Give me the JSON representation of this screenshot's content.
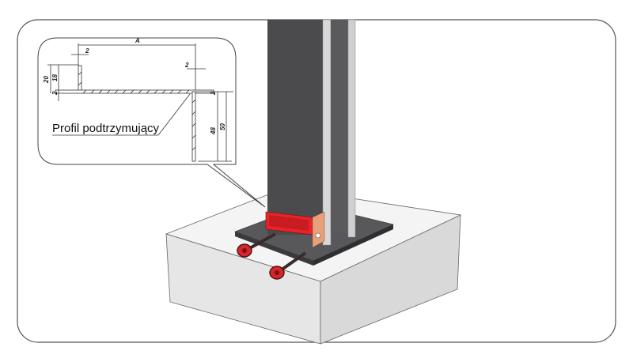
{
  "callout": {
    "label": "Profil podtrzymujący",
    "dimensions": {
      "width": "A",
      "thickness_top": "2",
      "thickness_right": "2",
      "height_outer": "20",
      "height_inner": "18",
      "base_left": "2",
      "base_right": "2",
      "leg_inner": "48",
      "leg_outer": "50"
    }
  },
  "colors": {
    "concrete": "#efefef",
    "steel": "#4b4b4d",
    "plate": "#555557",
    "red_block": "#e8242a",
    "copper": "#e8a07a",
    "bolt_head": "#d7262b"
  }
}
